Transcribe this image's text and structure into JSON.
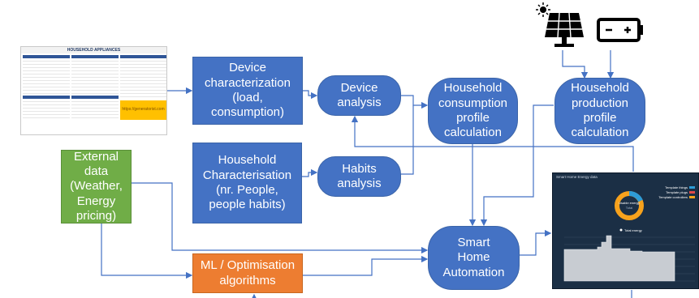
{
  "nodes": {
    "device_char": "Device\ncharacterization\n(load,\nconsumption)",
    "device_analysis": "Device\nanalysis",
    "household_consumption": "Household\nconsumption\nprofile\ncalculation",
    "household_production": "Household\nproduction\nprofile\ncalculation",
    "household_char": "Household\nCharacterisation\n(nr. People,\npeople habits)",
    "habits_analysis": "Habits\nanalysis",
    "external_data": "External data\n(Weather,\nEnergy\npricing)",
    "ml": "ML / Optimisation\nalgorithms",
    "smart_home": "Smart\nHome\nAutomation"
  },
  "spreadsheet": {
    "title": "HOUSEHOLD APPLIANCES",
    "url": "https://generatorist.com"
  },
  "dashboard": {
    "title": "Smart Home Energy data",
    "legend": [
      "Template things",
      "Template plugs",
      "Template controllers"
    ],
    "donut_label": "Usable energy",
    "donut_sub": "Total",
    "series_label": "Total energy",
    "colors": {
      "bg": "#1b2f45",
      "donut_blue": "#2e9cd6",
      "donut_orange": "#f7a21c",
      "legend_red": "#e0484a"
    }
  },
  "icons": [
    "sun-icon",
    "solar-panel-icon",
    "battery-icon"
  ],
  "colors": {
    "blue": "#4472c4",
    "green": "#70ad47",
    "orange": "#ed7d31",
    "arrow": "#4472c4"
  }
}
